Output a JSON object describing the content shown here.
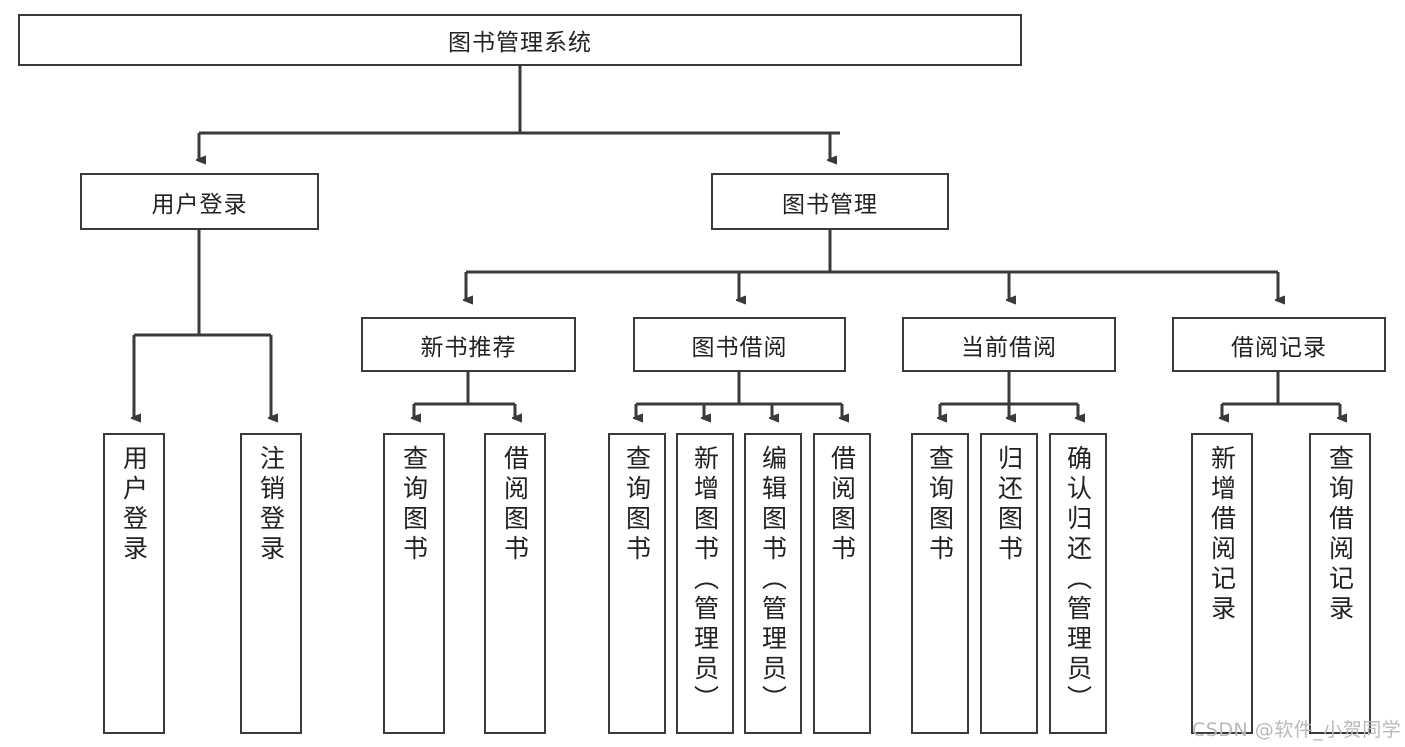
{
  "diagram": {
    "title": "图书管理系统",
    "type": "tree-hierarchy-chart",
    "root": {
      "label": "图书管理系统"
    },
    "level2": [
      {
        "id": "user-login",
        "label": "用户登录"
      },
      {
        "id": "book-management",
        "label": "图书管理"
      }
    ],
    "level3": [
      {
        "id": "new-book-recommend",
        "label": "新书推荐"
      },
      {
        "id": "book-borrow",
        "label": "图书借阅"
      },
      {
        "id": "current-borrow",
        "label": "当前借阅"
      },
      {
        "id": "borrow-record",
        "label": "借阅记录"
      }
    ],
    "leaves": [
      {
        "id": "leaf-user-login",
        "label": "用户登录",
        "parent": "user-login"
      },
      {
        "id": "leaf-user-logout",
        "label": "注销登录",
        "parent": "user-login"
      },
      {
        "id": "leaf-query-book-1",
        "label": "查询图书",
        "parent": "new-book-recommend"
      },
      {
        "id": "leaf-borrow-book-1",
        "label": "借阅图书",
        "parent": "new-book-recommend"
      },
      {
        "id": "leaf-query-book-2",
        "label": "查询图书",
        "parent": "book-borrow"
      },
      {
        "id": "leaf-add-book",
        "label": "新增图书（管理员）",
        "parent": "book-borrow"
      },
      {
        "id": "leaf-edit-book",
        "label": "编辑图书（管理员）",
        "parent": "book-borrow"
      },
      {
        "id": "leaf-borrow-book-2",
        "label": "借阅图书",
        "parent": "book-borrow"
      },
      {
        "id": "leaf-query-book-3",
        "label": "查询图书",
        "parent": "current-borrow"
      },
      {
        "id": "leaf-return-book",
        "label": "归还图书",
        "parent": "current-borrow"
      },
      {
        "id": "leaf-confirm-return",
        "label": "确认归还（管理员）",
        "parent": "current-borrow"
      },
      {
        "id": "leaf-add-record",
        "label": "新增借阅记录",
        "parent": "borrow-record"
      },
      {
        "id": "leaf-query-record",
        "label": "查询借阅记录",
        "parent": "borrow-record"
      }
    ],
    "watermark": "CSDN @软件_小贺同学",
    "colors": {
      "stroke": "#3a3a3a",
      "background": "#ffffff",
      "text": "#222222",
      "watermark": "#b9b9b9"
    }
  }
}
